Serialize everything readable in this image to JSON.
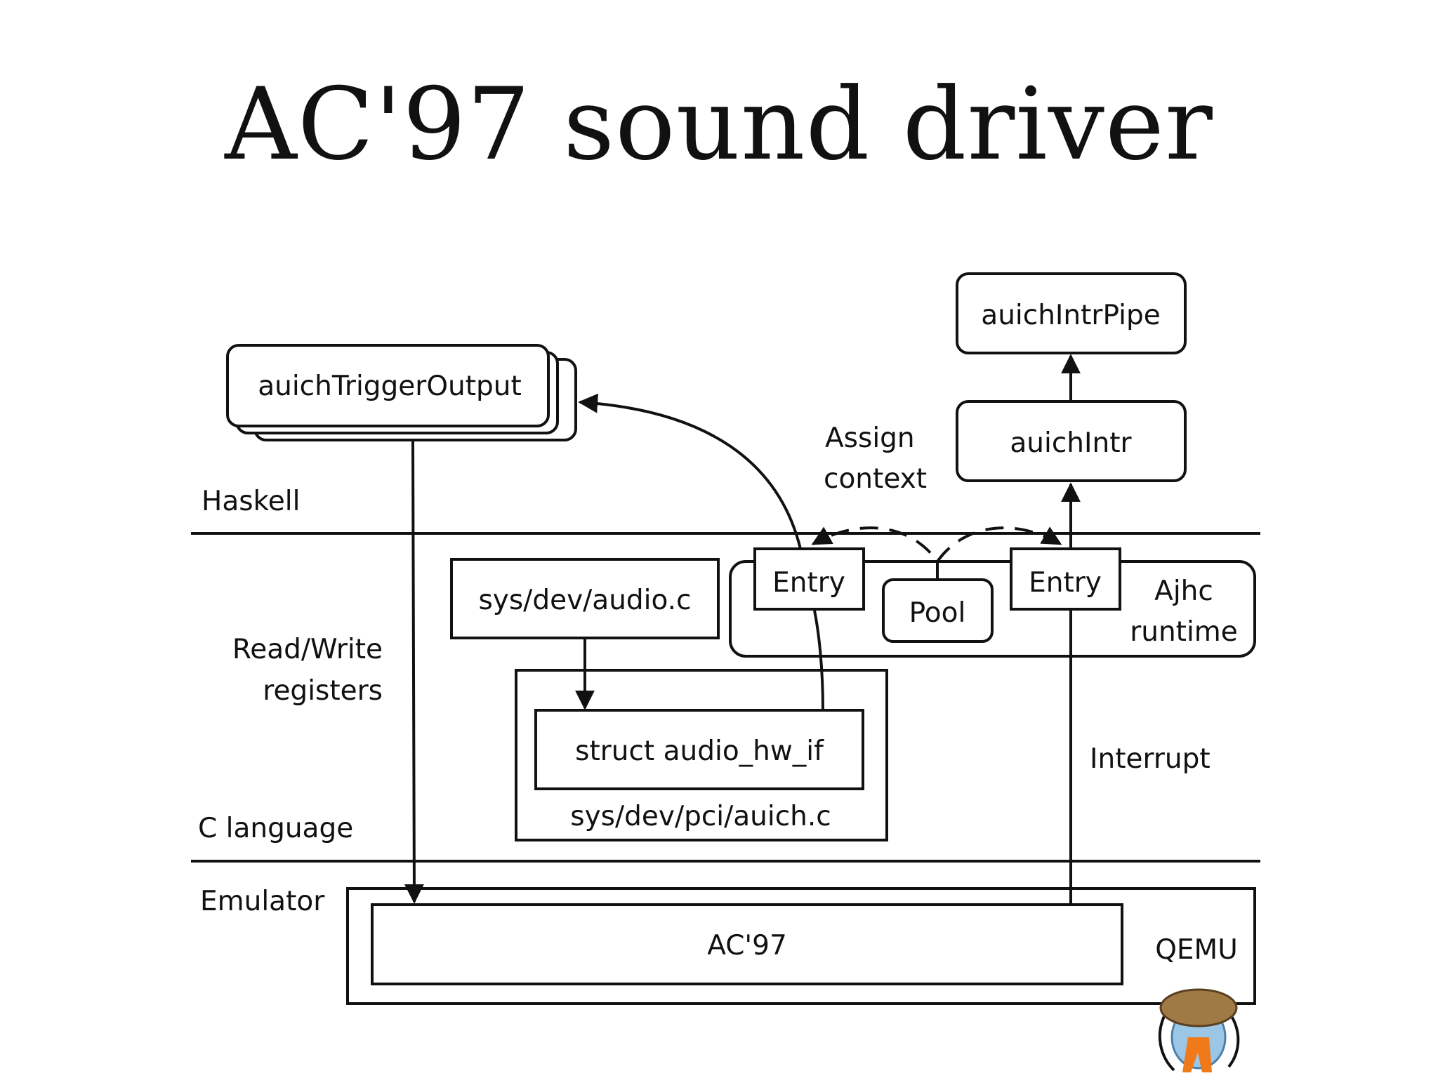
{
  "title": "AC'97 sound driver",
  "layers": {
    "haskell": "Haskell",
    "c_language": "C language",
    "emulator": "Emulator",
    "read_write_line1": "Read/Write",
    "read_write_line2": "registers"
  },
  "boxes": {
    "trigger_output": "auichTriggerOutput",
    "intr_pipe": "auichIntrPipe",
    "intr": "auichIntr",
    "entry_left": "Entry",
    "entry_right": "Entry",
    "pool": "Pool",
    "ajhc_line1": "Ajhc",
    "ajhc_line2": "runtime",
    "audio_c": "sys/dev/audio.c",
    "hw_if": "struct audio_hw_if",
    "auich_c": "sys/dev/pci/auich.c",
    "ac97": "AC'97",
    "qemu": "QEMU"
  },
  "annotations": {
    "assign_line1": "Assign",
    "assign_line2": "context",
    "interrupt": "Interrupt"
  },
  "colors": {
    "ink": "#111111",
    "background": "#ffffff",
    "logo_shell": "#a07a44",
    "logo_body": "#7fb3d9",
    "logo_lambda": "#f07a1a"
  }
}
